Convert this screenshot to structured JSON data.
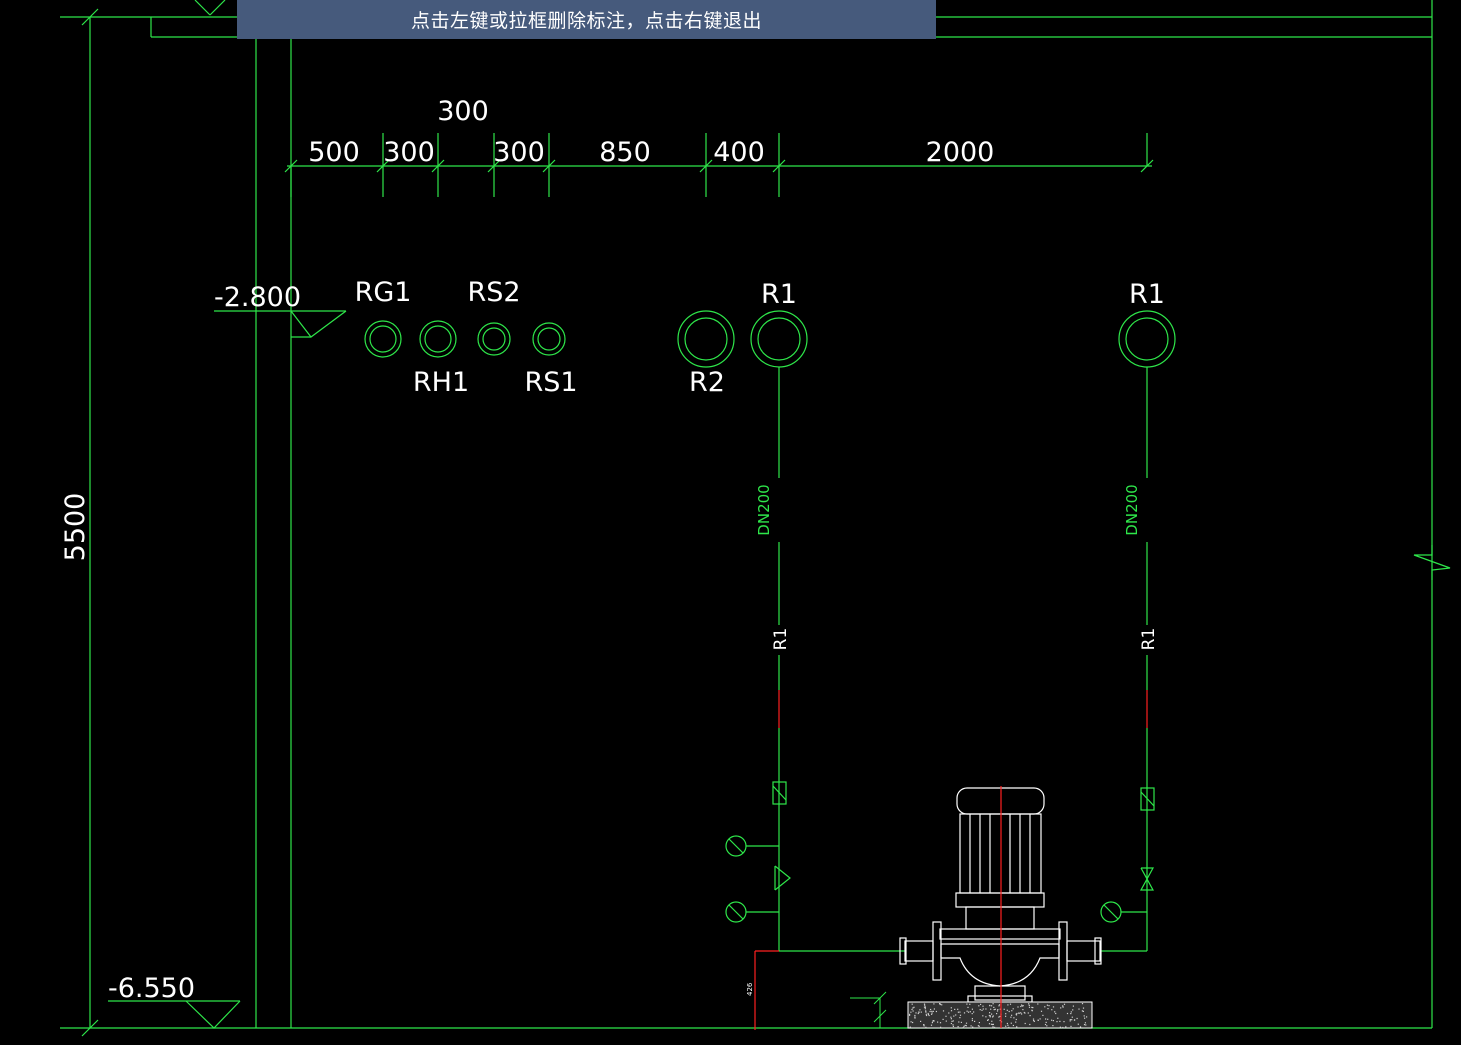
{
  "banner": {
    "hint": "点击左键或拉框删除标注，点击右键退出"
  },
  "colors": {
    "background": "#000000",
    "line": "#2ee64a",
    "text": "#ffffff",
    "pipe_label": "#2ee64a",
    "red": "#ff2020",
    "banner": "#465a7c"
  },
  "dimensions": {
    "top_extra": "300",
    "top_chain": [
      "500",
      "300",
      "300",
      "850",
      "400",
      "2000"
    ],
    "vertical_total": "5500"
  },
  "elevations": {
    "upper": "-2.800",
    "lower": "-6.550"
  },
  "pipe_labels": {
    "rg1": "RG1",
    "rs2": "RS2",
    "rh1": "RH1",
    "rs1": "RS1",
    "r2": "R2",
    "r1_left": "R1",
    "r1_right": "R1"
  },
  "pipe_annotations": {
    "left_size": "DN200",
    "right_size": "DN200",
    "left_code": "R1",
    "right_code": "R1"
  },
  "small_dim": {
    "value": "426"
  }
}
